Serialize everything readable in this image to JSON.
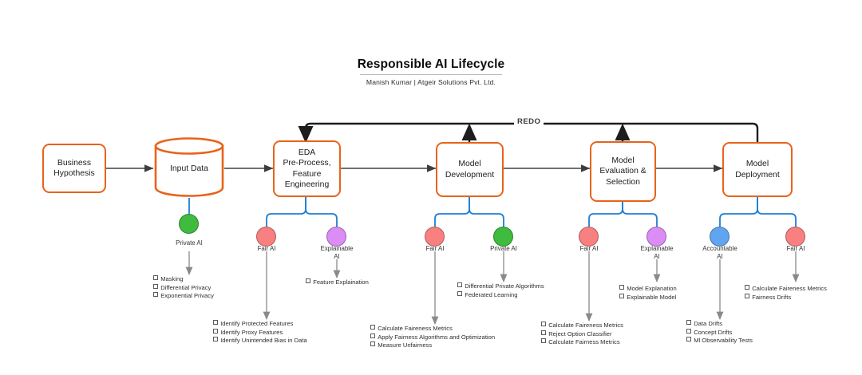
{
  "header": {
    "title": "Responsible AI Lifecycle",
    "byline": "Manish Kumar  |  Atgeir Solutions Pvt. Ltd."
  },
  "diagram": {
    "type": "flowchart",
    "feedback_label": "REDO",
    "stages": [
      {
        "id": "business-hypothesis",
        "lines": [
          "Business",
          "Hypothesis"
        ],
        "shape": "rounded-rect"
      },
      {
        "id": "input-data",
        "lines": [
          "Input Data"
        ],
        "shape": "cylinder"
      },
      {
        "id": "eda",
        "lines": [
          "EDA",
          "Pre-Process,",
          "Feature",
          "Engineering"
        ],
        "shape": "rounded-rect"
      },
      {
        "id": "model-development",
        "lines": [
          "Model",
          "Development"
        ],
        "shape": "rounded-rect"
      },
      {
        "id": "model-evaluation",
        "lines": [
          "Model",
          "Evaluation &",
          "Selection"
        ],
        "shape": "rounded-rect"
      },
      {
        "id": "model-deployment",
        "lines": [
          "Model",
          "Deployment"
        ],
        "shape": "rounded-rect"
      }
    ],
    "pillars": [
      {
        "id": "input-data-private-ai",
        "parent": "input-data",
        "label": "Private AI",
        "color": "#3FBB3F",
        "items": [
          "Masking",
          "Differential Privacy",
          "Exponential Privacy"
        ]
      },
      {
        "id": "eda-fair-ai",
        "parent": "eda",
        "label": "Fair AI",
        "color": "#F98080",
        "items": [
          "Identify Protected Features",
          "Identify Proxy Features",
          "Identify Unintended Bias in Data"
        ]
      },
      {
        "id": "eda-explainable-ai",
        "parent": "eda",
        "label": "Explainable\nAI",
        "color": "#DB8CF5",
        "items": [
          "Feature Explaination"
        ]
      },
      {
        "id": "dev-fair-ai",
        "parent": "model-development",
        "label": "Fair AI",
        "color": "#F98080",
        "items": [
          "Calculate Faireness Metrics",
          "Apply Fairness Algorithms and Optimization",
          "Measure Unfairness"
        ]
      },
      {
        "id": "dev-private-ai",
        "parent": "model-development",
        "label": "Private AI",
        "color": "#3FBB3F",
        "items": [
          "Differential Private Algorithms",
          "Federated Learning"
        ]
      },
      {
        "id": "eval-fair-ai",
        "parent": "model-evaluation",
        "label": "Fair AI",
        "color": "#F98080",
        "items": [
          "Calculate Faireness Metrics",
          "Reject Option Classifier",
          "Calculate Fairness Metrics"
        ]
      },
      {
        "id": "eval-explainable-ai",
        "parent": "model-evaluation",
        "label": "Explainable\nAI",
        "color": "#DB8CF5",
        "items": [
          "Model Explanation",
          "Explainable Model"
        ]
      },
      {
        "id": "deploy-accountable-ai",
        "parent": "model-deployment",
        "label": "Accountable\nAI",
        "color": "#60A5F0",
        "items": [
          "Data Drifts",
          "Concept Drifts",
          "Ml Observability Tests"
        ]
      },
      {
        "id": "deploy-fair-ai",
        "parent": "model-deployment",
        "label": "Fair AI",
        "color": "#F98080",
        "items": [
          "Calculate Faireness Metrics",
          "Fairness Drifts"
        ]
      }
    ],
    "colors": {
      "node_stroke": "#E8631A",
      "flow_arrow": "#404040",
      "pillar_connector": "#1E7FD4",
      "bullet_arrow": "#8a8a8a"
    }
  }
}
